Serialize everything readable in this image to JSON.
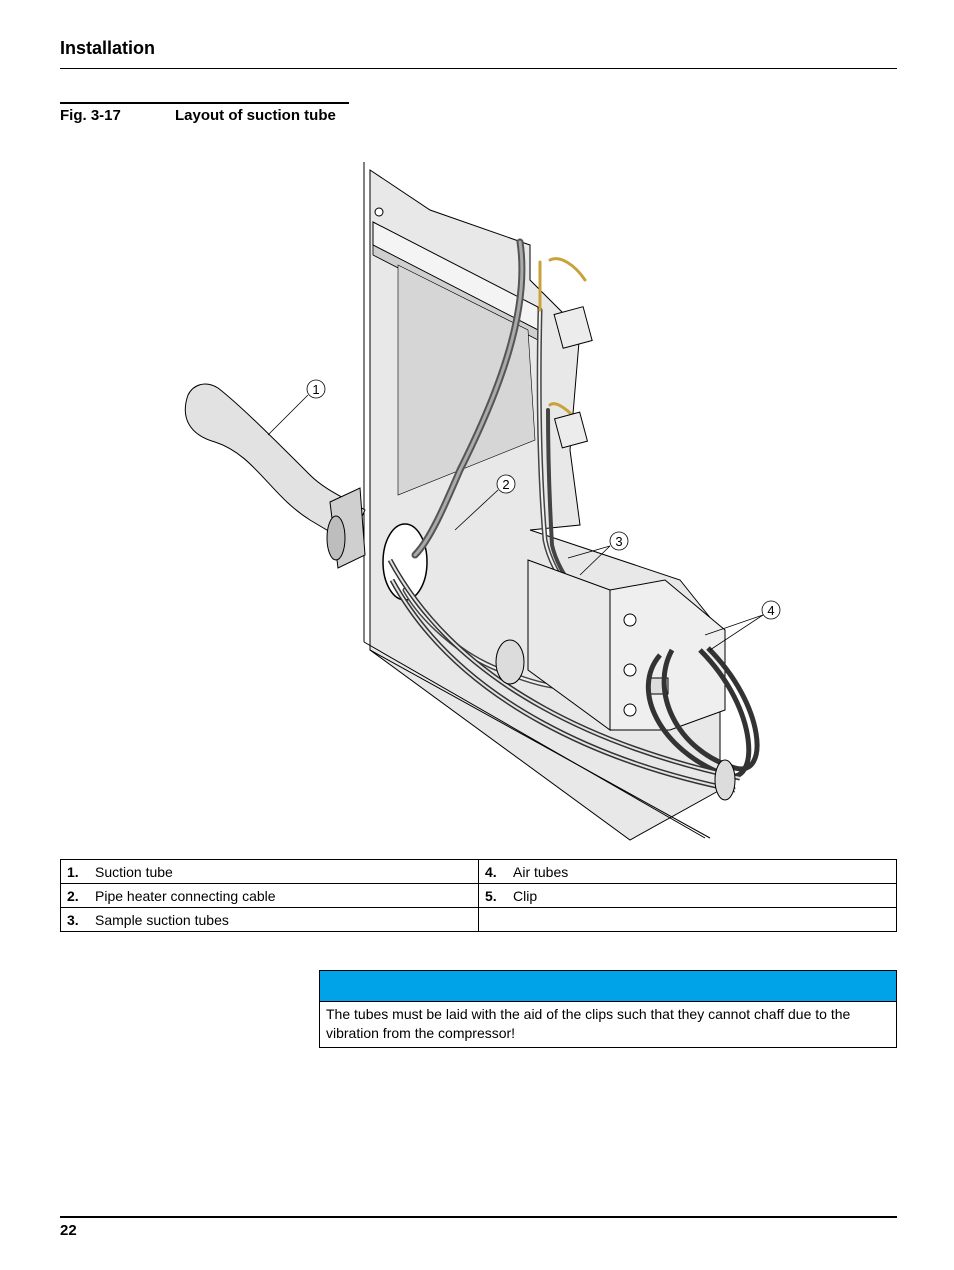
{
  "header": {
    "section_title": "Installation"
  },
  "figure": {
    "label": "Fig. 3-17",
    "title": "Layout of suction tube",
    "callouts": [
      "1",
      "2",
      "3",
      "4"
    ]
  },
  "legend": [
    {
      "num": "1.",
      "text": "Suction tube"
    },
    {
      "num": "4.",
      "text": "Air tubes"
    },
    {
      "num": "2.",
      "text": "Pipe heater connecting cable"
    },
    {
      "num": "5.",
      "text": "Clip"
    },
    {
      "num": "3.",
      "text": "Sample suction tubes"
    }
  ],
  "note": {
    "bar_color": "#00a3e8",
    "text": "The tubes must be laid with the aid of the clips such that they cannot chaff due to the vibration from the compressor!"
  },
  "footer": {
    "page_number": "22"
  }
}
